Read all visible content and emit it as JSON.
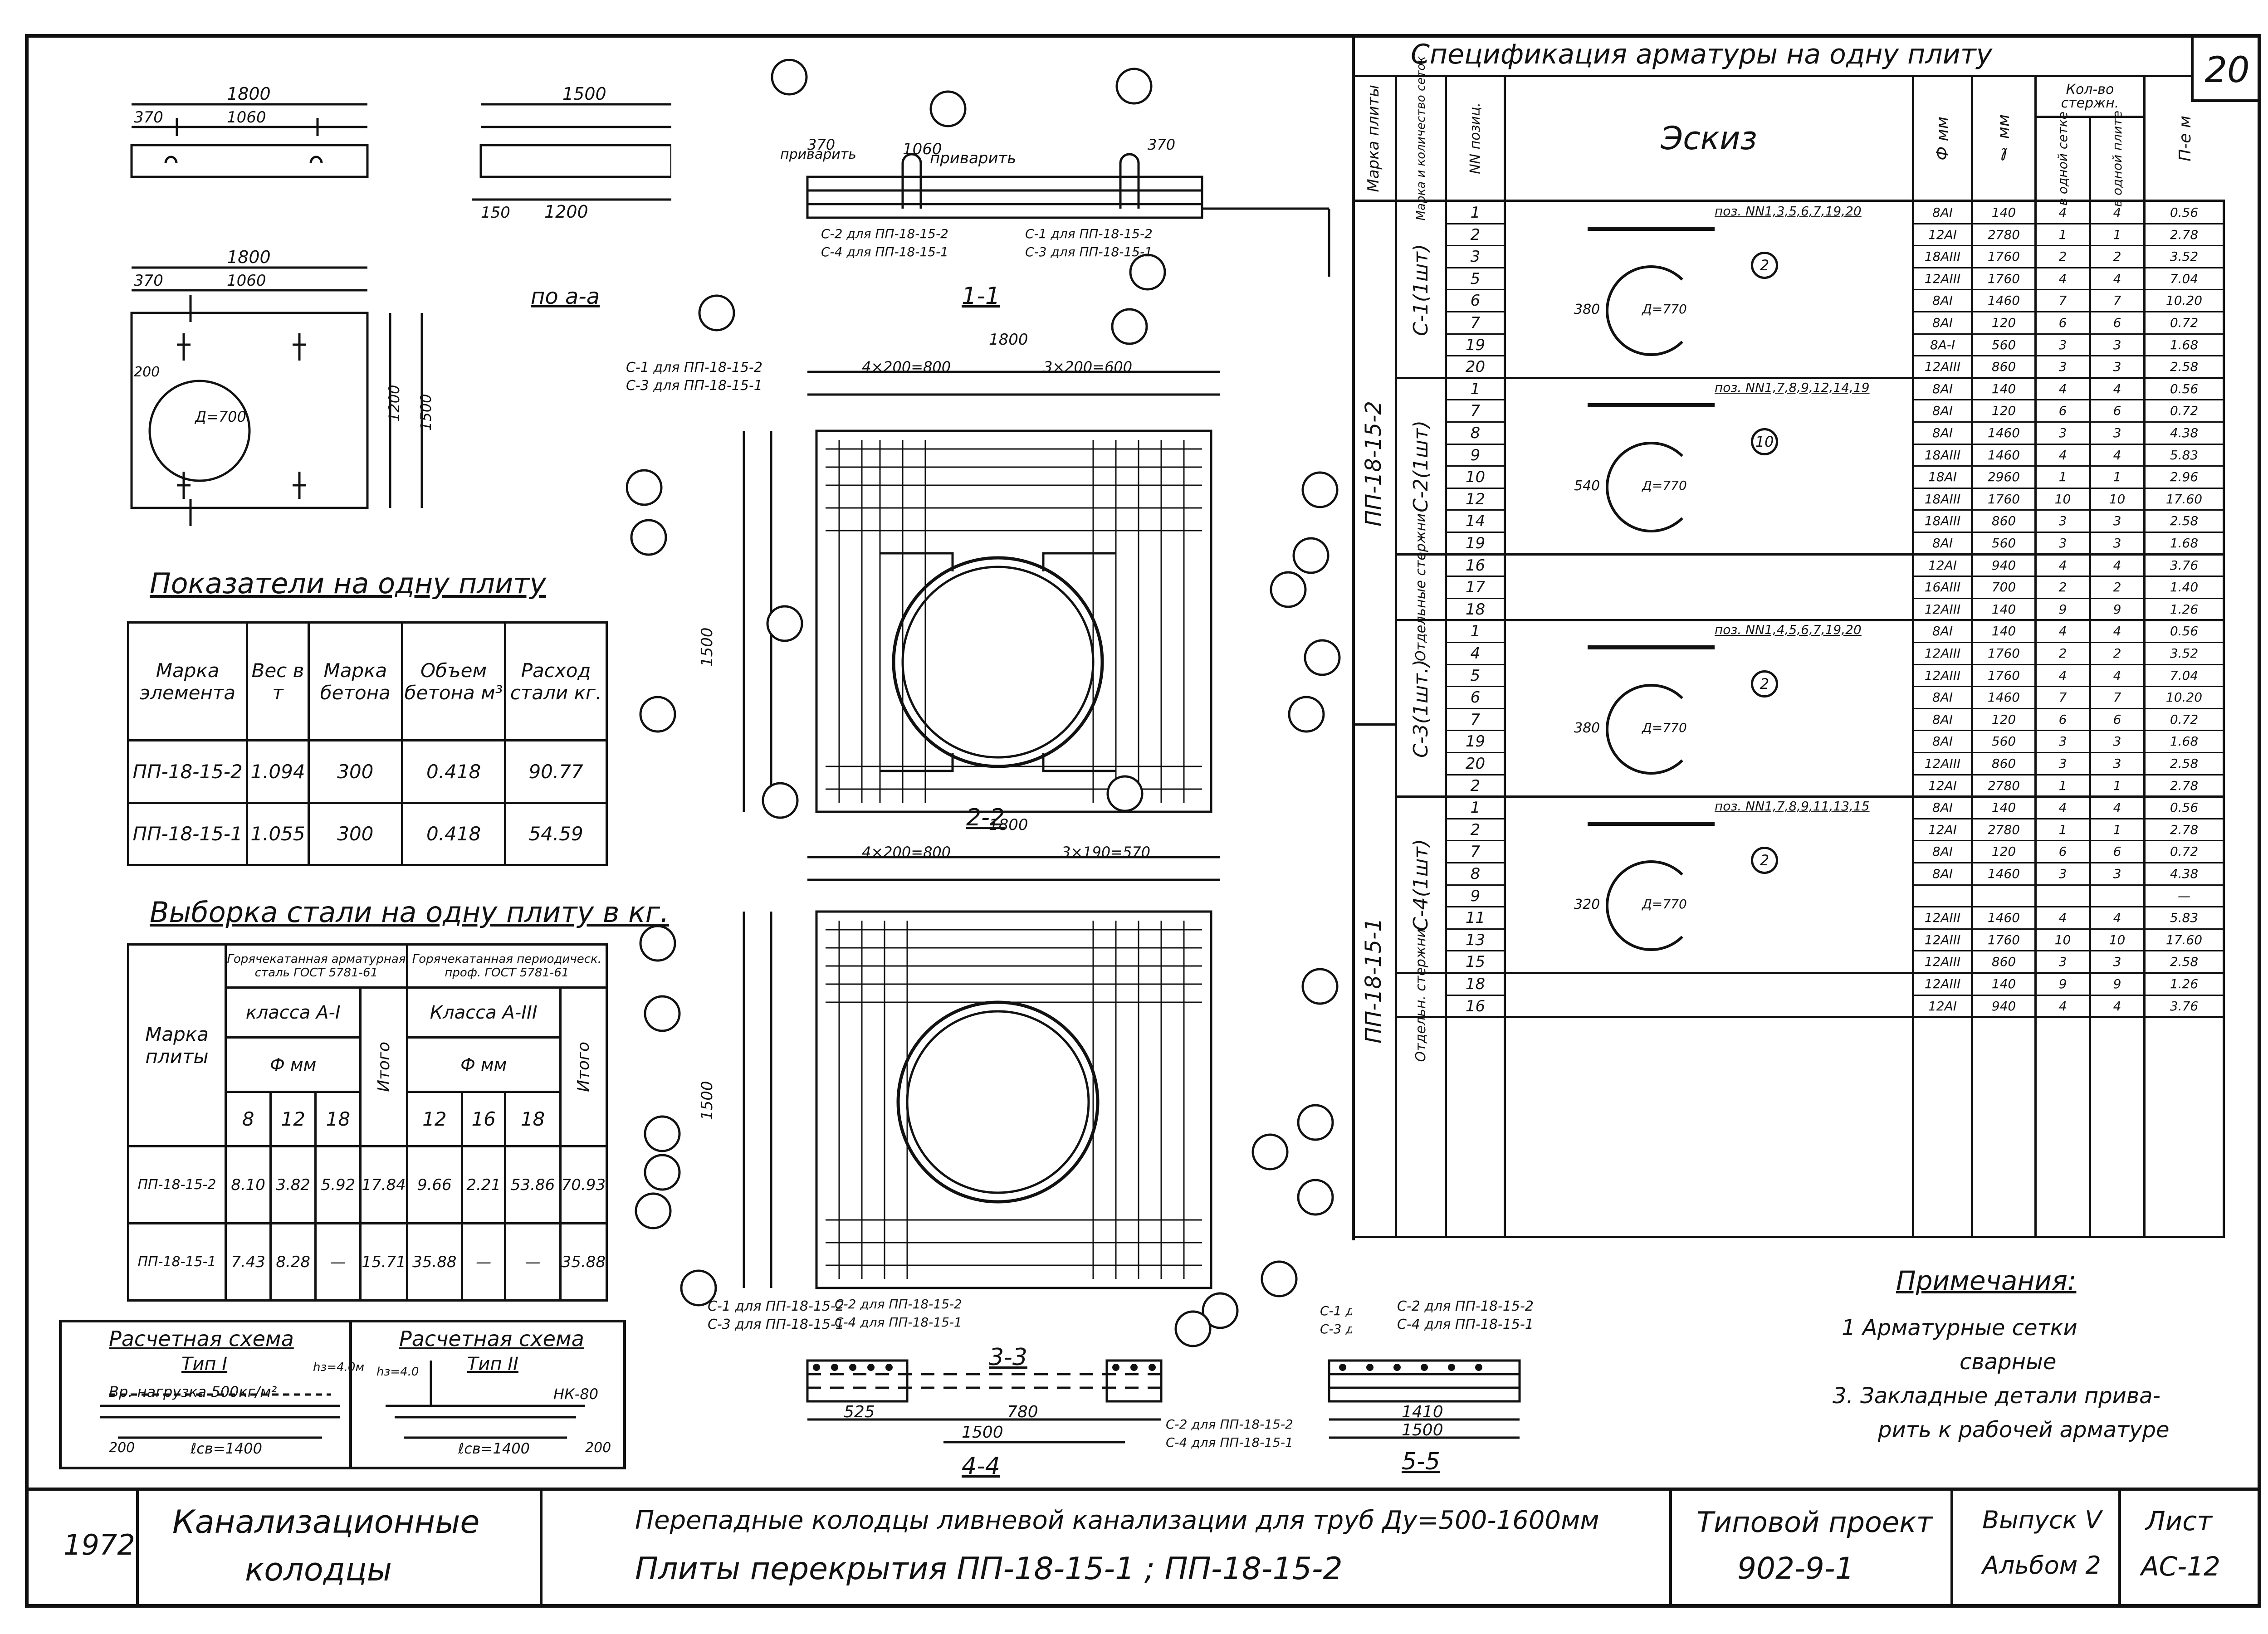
{
  "sheet_number": "20",
  "spec": {
    "title": "Спецификация  арматуры на одну плиту",
    "headers": {
      "plate_mark": "Марка плиты",
      "mesh_mark": "Марка и количество сеток",
      "pos": "NN позиц.",
      "sketch": "Эскиз",
      "dia": "Ф мм",
      "len": "ℓ мм",
      "count": "Кол-во стержн.",
      "in_mesh": "в одной сетке",
      "in_plate": "в одной плите",
      "total_len": "П-е м"
    },
    "plates": [
      "ПП-18-15-2",
      "ПП-18-15-1"
    ],
    "groups": [
      {
        "name": "С-1(1шт)",
        "sketch_note": "поз. NN1,3,5,6,7,19,20",
        "r_note": "Д=770",
        "dim": "380",
        "ref": "2",
        "rows": [
          [
            "1",
            "8АI",
            "140",
            "4",
            "4",
            "0.56"
          ],
          [
            "2",
            "12АI",
            "2780",
            "1",
            "1",
            "2.78"
          ],
          [
            "3",
            "18АIII",
            "1760",
            "2",
            "2",
            "3.52"
          ],
          [
            "5",
            "12АIII",
            "1760",
            "4",
            "4",
            "7.04"
          ],
          [
            "6",
            "8АI",
            "1460",
            "7",
            "7",
            "10.20"
          ],
          [
            "7",
            "8АI",
            "120",
            "6",
            "6",
            "0.72"
          ],
          [
            "19",
            "8А-I",
            "560",
            "3",
            "3",
            "1.68"
          ],
          [
            "20",
            "12АIII",
            "860",
            "3",
            "3",
            "2.58"
          ]
        ]
      },
      {
        "name": "С-2(1шт)",
        "sketch_note": "поз. NN1,7,8,9,12,14,19",
        "r_note": "Д=770",
        "dim": "540",
        "ref": "10",
        "rows": [
          [
            "1",
            "8АI",
            "140",
            "4",
            "4",
            "0.56"
          ],
          [
            "7",
            "8АI",
            "120",
            "6",
            "6",
            "0.72"
          ],
          [
            "8",
            "8АI",
            "1460",
            "3",
            "3",
            "4.38"
          ],
          [
            "9",
            "18АIII",
            "1460",
            "4",
            "4",
            "5.83"
          ],
          [
            "10",
            "18АI",
            "2960",
            "1",
            "1",
            "2.96"
          ],
          [
            "12",
            "18АIII",
            "1760",
            "10",
            "10",
            "17.60"
          ],
          [
            "14",
            "18АIII",
            "860",
            "3",
            "3",
            "2.58"
          ],
          [
            "19",
            "8АI",
            "560",
            "3",
            "3",
            "1.68"
          ]
        ]
      },
      {
        "name": "Отдельные стержни",
        "rows": [
          [
            "16",
            "12АI",
            "940",
            "4",
            "4",
            "3.76"
          ],
          [
            "17",
            "16АIII",
            "700",
            "2",
            "2",
            "1.40"
          ],
          [
            "18",
            "12АIII",
            "140",
            "9",
            "9",
            "1.26"
          ]
        ]
      },
      {
        "name": "С-3(1шт.)",
        "sketch_note": "поз. NN1,4,5,6,7,19,20",
        "r_note": "Д=770",
        "dim": "380",
        "ref": "2",
        "rows": [
          [
            "1",
            "8АI",
            "140",
            "4",
            "4",
            "0.56"
          ],
          [
            "4",
            "12АIII",
            "1760",
            "2",
            "2",
            "3.52"
          ],
          [
            "5",
            "12АIII",
            "1760",
            "4",
            "4",
            "7.04"
          ],
          [
            "6",
            "8АI",
            "1460",
            "7",
            "7",
            "10.20"
          ],
          [
            "7",
            "8АI",
            "120",
            "6",
            "6",
            "0.72"
          ],
          [
            "19",
            "8АI",
            "560",
            "3",
            "3",
            "1.68"
          ],
          [
            "20",
            "12АIII",
            "860",
            "3",
            "3",
            "2.58"
          ],
          [
            "2",
            "12АI",
            "2780",
            "1",
            "1",
            "2.78"
          ]
        ]
      },
      {
        "name": "С-4(1шт)",
        "sketch_note": "поз. NN1,7,8,9,11,13,15",
        "r_note": "Д=770",
        "dim": "320",
        "ref": "2",
        "rows": [
          [
            "1",
            "8АI",
            "140",
            "4",
            "4",
            "0.56"
          ],
          [
            "2",
            "12АI",
            "2780",
            "1",
            "1",
            "2.78"
          ],
          [
            "7",
            "8АI",
            "120",
            "6",
            "6",
            "0.72"
          ],
          [
            "8",
            "8АI",
            "1460",
            "3",
            "3",
            "4.38"
          ],
          [
            "9",
            "",
            "",
            "",
            "",
            "—"
          ],
          [
            "11",
            "12АIII",
            "1460",
            "4",
            "4",
            "5.83"
          ],
          [
            "13",
            "12АIII",
            "1760",
            "10",
            "10",
            "17.60"
          ],
          [
            "15",
            "12АIII",
            "860",
            "3",
            "3",
            "2.58"
          ]
        ]
      },
      {
        "name": "Отдельн. стержни",
        "rows": [
          [
            "18",
            "12АIII",
            "140",
            "9",
            "9",
            "1.26"
          ],
          [
            "16",
            "12АI",
            "940",
            "4",
            "4",
            "3.76"
          ]
        ]
      }
    ]
  },
  "indicators": {
    "title": "Показатели на одну плиту",
    "headers": [
      "Марка элемента",
      "Вес в т",
      "Марка бетона",
      "Объем бетона м³",
      "Расход стали кг."
    ],
    "rows": [
      [
        "ПП-18-15-2",
        "1.094",
        "300",
        "0.418",
        "90.77"
      ],
      [
        "ПП-18-15-1",
        "1.055",
        "300",
        "0.418",
        "54.59"
      ]
    ]
  },
  "steel": {
    "title": "Выборка стали на одну плиту в кг.",
    "col_mark": "Марка плиты",
    "group1": "Горячекатанная арматурная сталь ГОСТ 5781-61",
    "group2": "Горячекатанная периодическ. проф. ГОСТ 5781-61",
    "class1": "класса А-I",
    "class2": "Класса А-III",
    "dia": "Ф мм",
    "total": "Итого",
    "diams1": [
      "8",
      "12",
      "18"
    ],
    "diams2": [
      "12",
      "16",
      "18"
    ],
    "rows": [
      [
        "ПП-18-15-2",
        "8.10",
        "3.82",
        "5.92",
        "17.84",
        "9.66",
        "2.21",
        "53.86",
        "70.93"
      ],
      [
        "ПП-18-15-1",
        "7.43",
        "8.28",
        "—",
        "15.71",
        "35.88",
        "—",
        "—",
        "35.88"
      ]
    ]
  },
  "schemes": {
    "s1_title": "Расчетная схема",
    "s1_type": "Тип I",
    "s1_load": "Вр. нагрузка 500кг/м²",
    "s1_span": "ℓсв=1400",
    "s1_h": "hз=4.0м",
    "s2_title": "Расчетная схема",
    "s2_type": "Тип II",
    "s2_load": "НК-80",
    "s2_span": "ℓсв=1400",
    "s2_h": "hз=4.0",
    "support": "200"
  },
  "notes": {
    "title": "Примечания:",
    "n1": "1 Арматурные сетки",
    "n1b": "сварные",
    "n3": "3. Закладные детали прива-",
    "n3b": "рить к    рабочей арматуре"
  },
  "stamp": {
    "year": "1972",
    "name1": "Канализационные",
    "name2": "колодцы",
    "desc1": "Перепадные колодцы ливневой канализации для труб Ду=500-1600мм",
    "desc2": "Плиты перекрытия ПП-18-15-1 ; ПП-18-15-2",
    "proj1": "Типовой проект",
    "proj2": "902-9-1",
    "issue1": "Выпуск V",
    "issue2": "Альбом 2",
    "sheet1": "Лист",
    "sheet2": "АС-12"
  },
  "drawings": {
    "plan_dims": {
      "w": "1800",
      "a": "370",
      "b": "1060",
      "h": "1500",
      "h2": "1200",
      "s": "150",
      "d": "Д=700",
      "r": "200"
    },
    "section_aa": "по а-а",
    "s11": "1-1",
    "s22": "2-2",
    "s33": "3-3",
    "s44": "4-4",
    "s55": "5-5",
    "weld": "приварить",
    "mesh_c1": "С-1 для ПП-18-15-2",
    "mesh_c3": "С-3 для ПП-18-15-1",
    "mesh_c2": "С-2 для ПП-18-15-2",
    "mesh_c4": "С-4 для ПП-18-15-1",
    "dim_1800": "1800",
    "dim_1500": "1500",
    "dim_800": "4×200=800",
    "dim_600": "3×200=600",
    "dim_570": "3×190=570",
    "dim_1060": "1060",
    "dim_370": "370",
    "dim_1410": "1410",
    "dim_525": "525",
    "dim_780": "780"
  }
}
